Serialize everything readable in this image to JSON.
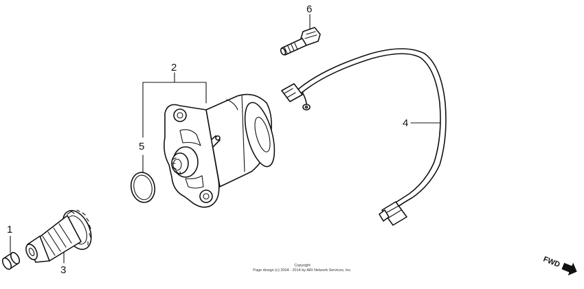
{
  "callouts": {
    "c1": "1",
    "c2": "2",
    "c3": "3",
    "c4": "4",
    "c5": "5",
    "c6": "6"
  },
  "copyright": {
    "line1": "Copyright",
    "line2": "Page design (c) 2004 - 2014 by ARI Network Services, Inc."
  },
  "fwd_label": "FWD"
}
